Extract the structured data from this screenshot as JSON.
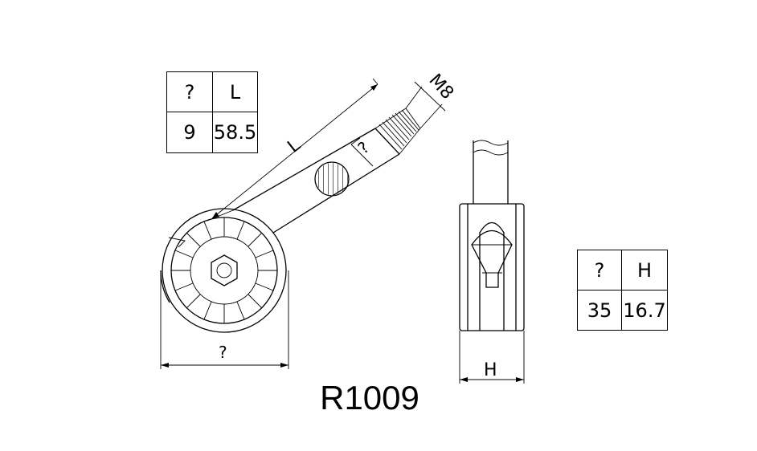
{
  "title": "R1009",
  "table_left": {
    "headers": [
      "?",
      "L"
    ],
    "values": [
      "9",
      "58.5"
    ]
  },
  "table_right": {
    "headers": [
      "?",
      "H"
    ],
    "values": [
      "35",
      "16.7"
    ]
  },
  "dimensions": {
    "length": "L",
    "thread": "M8",
    "shaft_diameter": "?",
    "wheel_diameter": "?",
    "height": "H"
  }
}
